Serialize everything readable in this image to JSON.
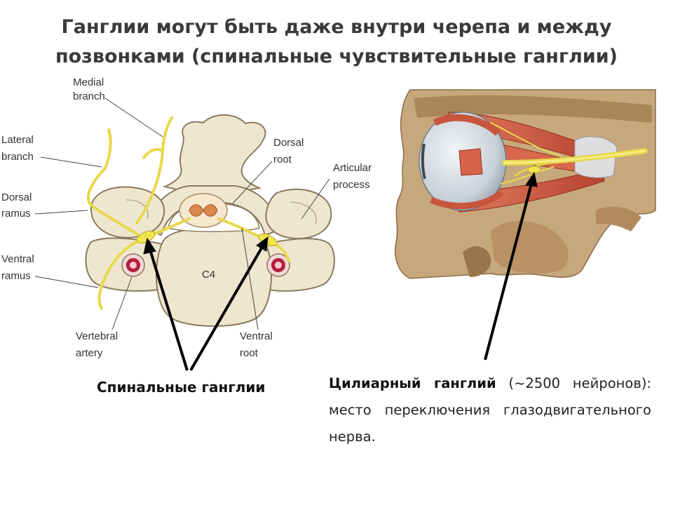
{
  "title": {
    "line1": "Ганглии могут быть даже внутри черепа и между",
    "line2": "позвонками (спинальные чувствительные ганглии)"
  },
  "spine_figure": {
    "labels": {
      "medial_branch_1": "Medial",
      "medial_branch_2": "branch",
      "lateral_branch_1": "Lateral",
      "lateral_branch_2": "branch",
      "dorsal_ramus_1": "Dorsal",
      "dorsal_ramus_2": "ramus",
      "ventral_ramus_1": "Ventral",
      "ventral_ramus_2": "ramus",
      "vertebral_artery_1": "Vertebral",
      "vertebral_artery_2": "artery",
      "ventral_root_1": "Ventral",
      "ventral_root_2": "root",
      "dorsal_root_1": "Dorsal",
      "dorsal_root_2": "root",
      "articular_process_1": "Articular",
      "articular_process_2": "process",
      "vertebra": "C4"
    }
  },
  "captions": {
    "spinal": "Спинальные ганглии",
    "ciliary_bold": "Цилиарный ганглий",
    "ciliary_rest": " (~2500 нейронов): место переключения глазодвигательного нерва."
  },
  "colors": {
    "bone": "#efe6cf",
    "bone_outline": "#8a7a5e",
    "nerve": "#e8d84a",
    "skull": "#c7a87c",
    "muscle": "#c8553d",
    "eyeball": "#d8dde3"
  }
}
